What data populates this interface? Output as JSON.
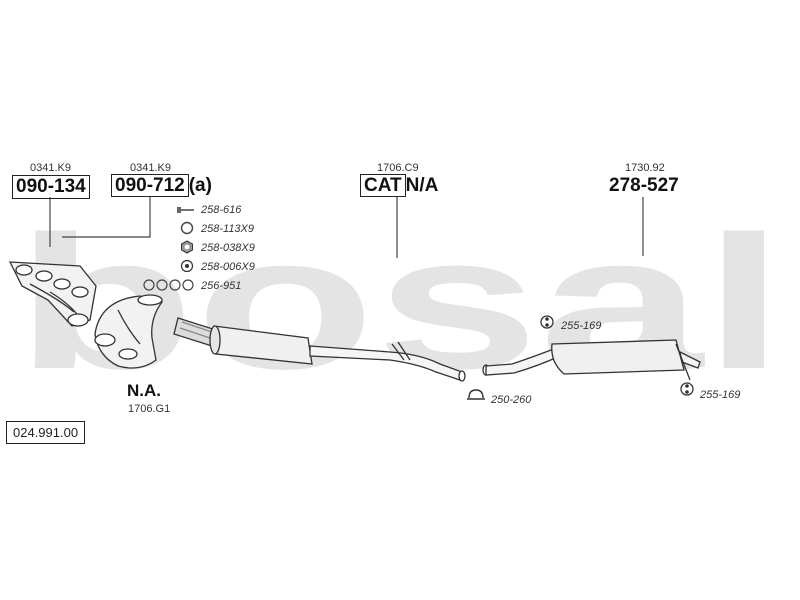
{
  "watermark": "bosal",
  "document_number": "024.991.00",
  "components": {
    "manifold_1": {
      "ref": "0341.K9",
      "part_no": "090-134"
    },
    "manifold_2": {
      "ref": "0341.K9",
      "part_no": "090-712",
      "suffix": "(a)"
    },
    "catalyst": {
      "ref": "1706.C9",
      "part_no": "CAT",
      "suffix": "N/A"
    },
    "rear_muffler": {
      "ref": "1730.92",
      "part_no": "278-527"
    },
    "front_pipe": {
      "part_no": "N.A.",
      "ref": "1706.G1"
    }
  },
  "fittings": [
    {
      "icon": "bolt-icon",
      "part_no": "258-616"
    },
    {
      "icon": "ring-gasket-icon",
      "part_no": "258-113X9"
    },
    {
      "icon": "nut-icon",
      "part_no": "258-038X9"
    },
    {
      "icon": "washer-icon",
      "part_no": "258-006X9"
    },
    {
      "icon": "manifold-gasket-icon",
      "part_no": "256-951"
    }
  ],
  "hangers": [
    {
      "icon": "rubber-hanger-icon",
      "part_no": "255-169"
    },
    {
      "icon": "clamp-icon",
      "part_no": "250-260"
    },
    {
      "icon": "rubber-hanger-icon",
      "part_no": "255-169"
    }
  ]
}
